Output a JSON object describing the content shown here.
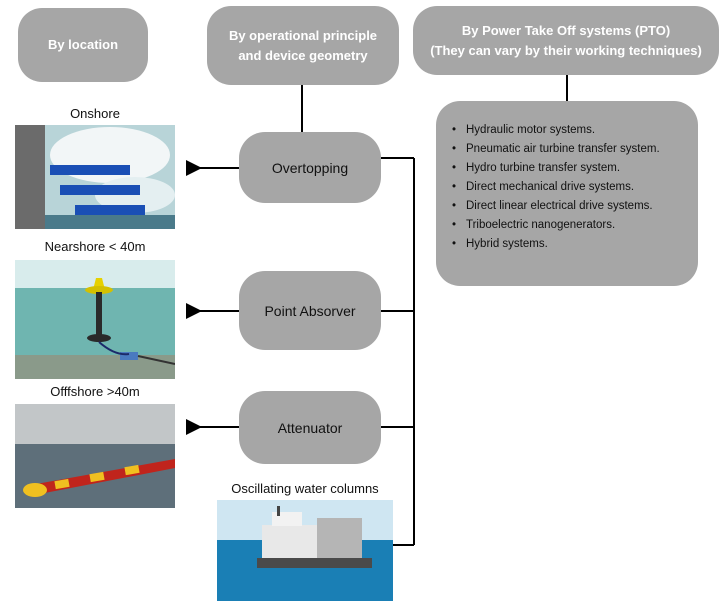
{
  "headers": {
    "location": "By location",
    "principle": "By operational principle and device geometry",
    "pto_title_line1": "By Power Take Off systems (PTO)",
    "pto_title_line2": "(They can vary by their working techniques)"
  },
  "nodes": {
    "overtopping": "Overtopping",
    "point_absorver": "Point Absorver",
    "attenuator": "Attenuator"
  },
  "pto_items": [
    "Hydraulic motor systems.",
    "Pneumatic air turbine transfer system.",
    "Hydro turbine transfer system.",
    "Direct mechanical drive systems.",
    "Direct linear electrical drive systems.",
    "Triboelectric nanogenerators.",
    "Hybrid systems."
  ],
  "captions": {
    "onshore": "Onshore",
    "nearshore": "Nearshore < 40m",
    "offshore": "Offfshore >40m",
    "owc": "Oscillating water columns"
  },
  "colors": {
    "box_fill": "#a6a6a6",
    "box_header_text": "#ffffff",
    "connector": "#000000"
  }
}
